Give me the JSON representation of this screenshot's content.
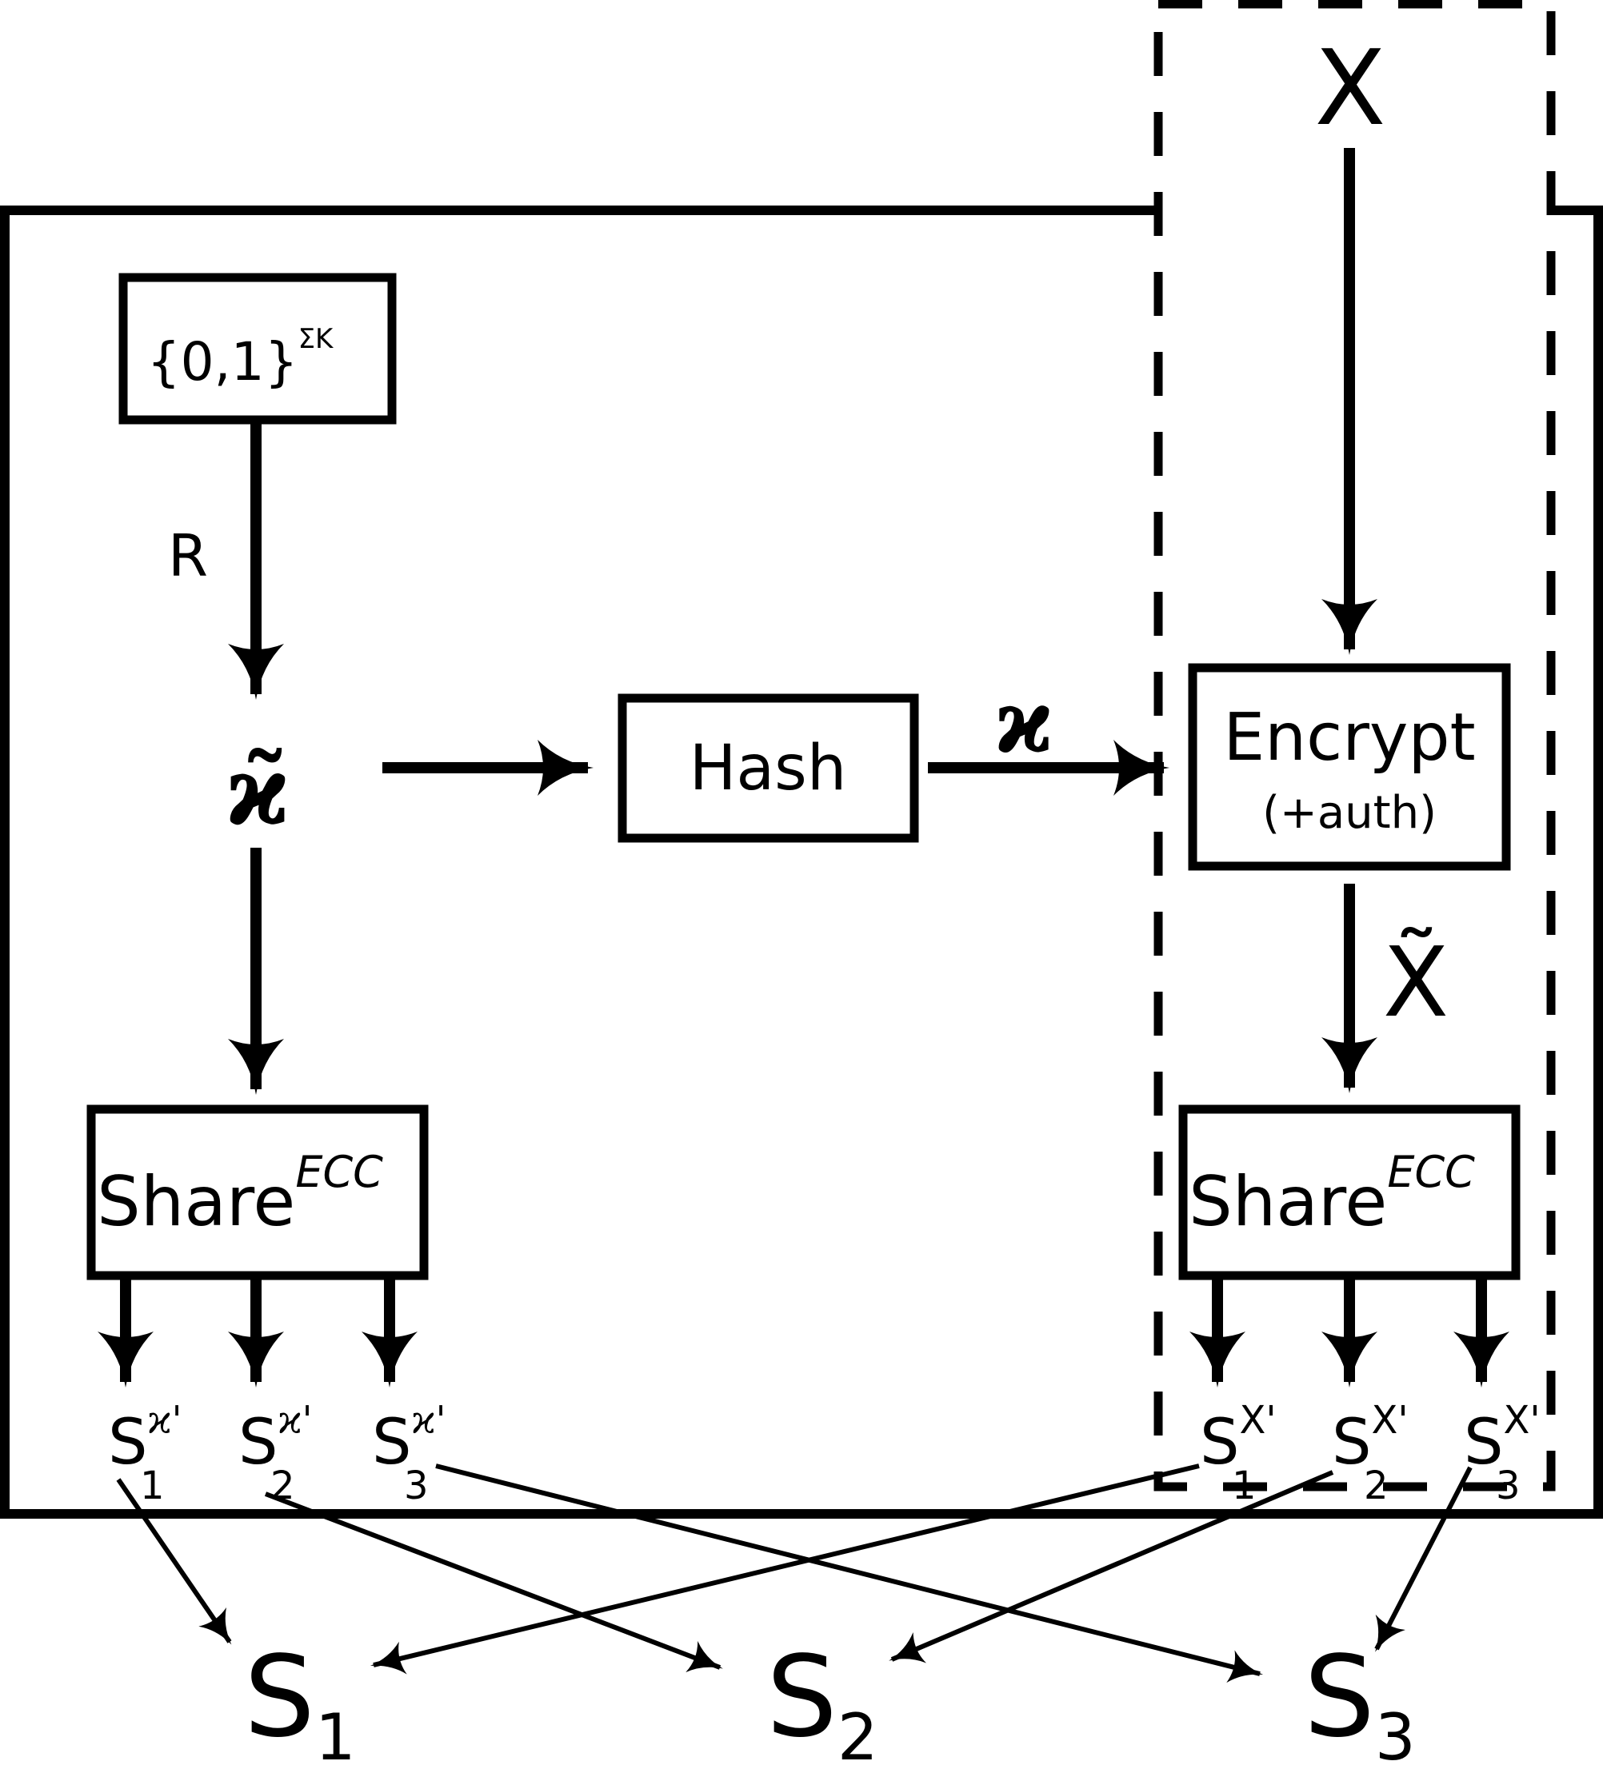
{
  "diagram": {
    "title": "",
    "nodes": {
      "random_source": {
        "base": "{0,1}",
        "sup": "ΣK"
      },
      "random_edge_label": "R",
      "key_tilde": "ϰ̃",
      "hash": "Hash",
      "key": "ϰ",
      "input": "X",
      "encrypt": "Encrypt",
      "encrypt_sub": "(+auth)",
      "ciphertext": "X̃",
      "share_left": {
        "base": "Share",
        "sup": "ECC"
      },
      "share_right": {
        "base": "Share",
        "sup": "ECC"
      }
    },
    "key_shares": [
      {
        "base": "S",
        "sup": "ϰ'",
        "sub": "1"
      },
      {
        "base": "S",
        "sup": "ϰ'",
        "sub": "2"
      },
      {
        "base": "S",
        "sup": "ϰ'",
        "sub": "3"
      }
    ],
    "data_shares": [
      {
        "base": "S",
        "sup": "X'",
        "sub": "1"
      },
      {
        "base": "S",
        "sup": "X'",
        "sub": "2"
      },
      {
        "base": "S",
        "sup": "X'",
        "sub": "3"
      }
    ],
    "servers": [
      {
        "base": "S",
        "sub": "1"
      },
      {
        "base": "S",
        "sub": "2"
      },
      {
        "base": "S",
        "sub": "3"
      }
    ],
    "edges": [
      {
        "from": "random_source",
        "to": "key_tilde",
        "label": "R"
      },
      {
        "from": "key_tilde",
        "to": "hash"
      },
      {
        "from": "hash",
        "to": "encrypt",
        "label": "ϰ"
      },
      {
        "from": "input",
        "to": "encrypt"
      },
      {
        "from": "encrypt",
        "to": "share_right",
        "label": "X̃"
      },
      {
        "from": "key_tilde",
        "to": "share_left"
      },
      {
        "from": "share_left",
        "to": "key_shares.1"
      },
      {
        "from": "share_left",
        "to": "key_shares.2"
      },
      {
        "from": "share_left",
        "to": "key_shares.3"
      },
      {
        "from": "share_right",
        "to": "data_shares.1"
      },
      {
        "from": "share_right",
        "to": "data_shares.2"
      },
      {
        "from": "share_right",
        "to": "data_shares.3"
      },
      {
        "from": "key_shares.1",
        "to": "servers.1"
      },
      {
        "from": "key_shares.2",
        "to": "servers.2"
      },
      {
        "from": "key_shares.3",
        "to": "servers.3"
      },
      {
        "from": "data_shares.1",
        "to": "servers.1"
      },
      {
        "from": "data_shares.2",
        "to": "servers.2"
      },
      {
        "from": "data_shares.3",
        "to": "servers.3"
      }
    ]
  }
}
